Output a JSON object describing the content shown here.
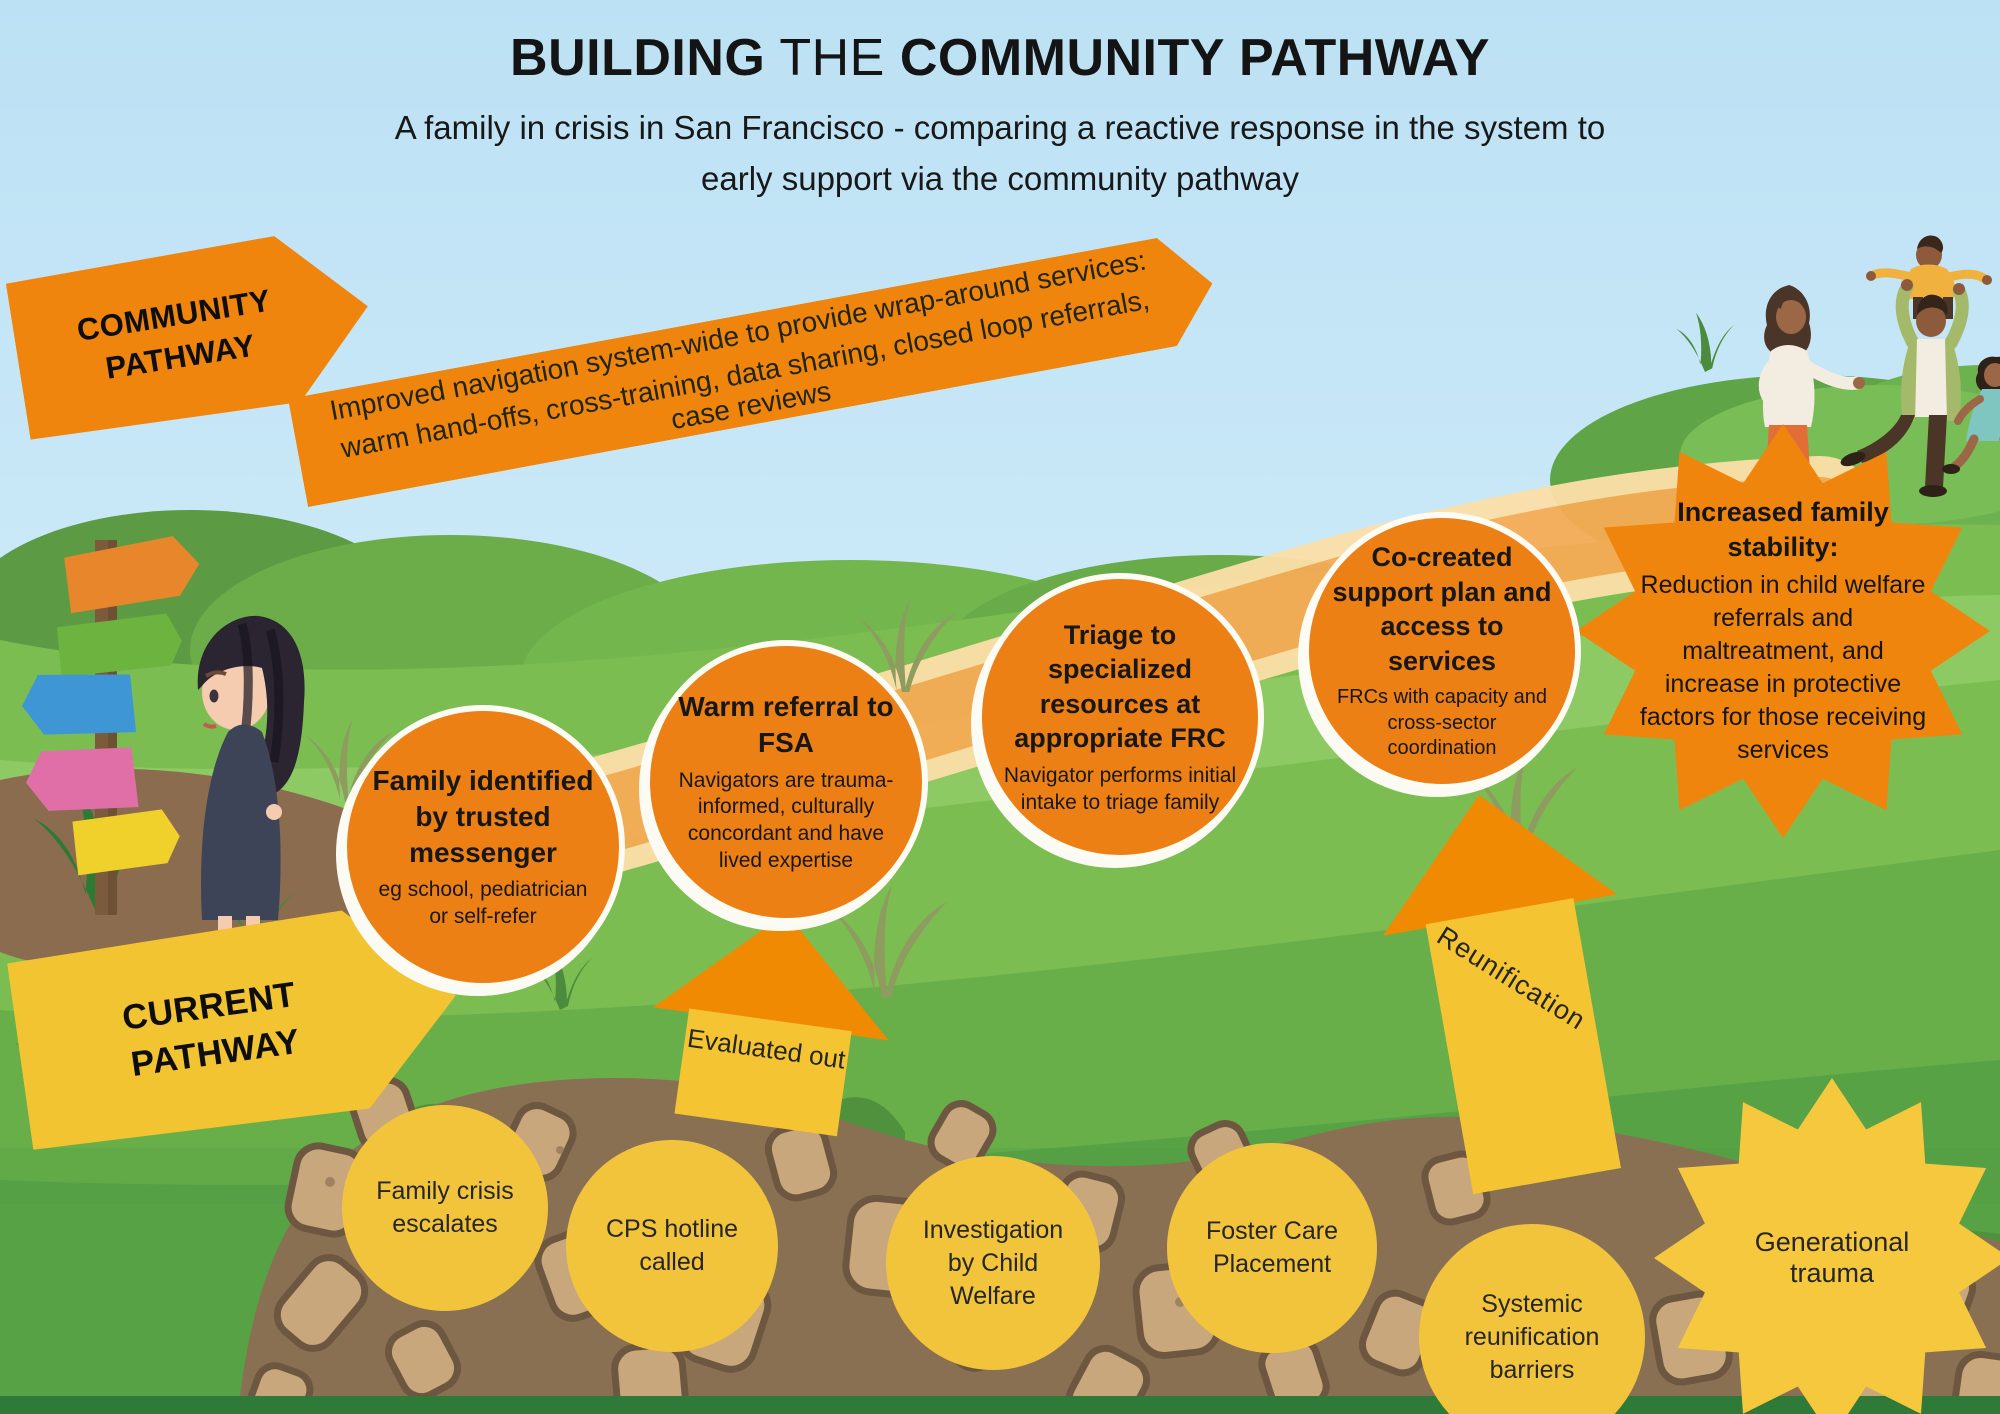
{
  "title": {
    "part1": "BUILDING",
    "part2": " THE ",
    "part3": "COMMUNITY PATHWAY"
  },
  "subtitle": "A family in crisis in San Francisco - comparing a reactive response in the system to early support via the community pathway",
  "community_pathway": {
    "sign_label": "COMMUNITY PATHWAY",
    "banner_line1": "Improved navigation system-wide to provide wrap-around services:",
    "banner_line2": "warm hand-offs, cross-training, data sharing, closed loop referrals, case reviews",
    "steps": [
      {
        "title": "Family identified by trusted messenger",
        "detail": "eg school, pediatrician or self-refer"
      },
      {
        "title": "Warm referral to FSA",
        "detail": "Navigators are trauma-informed, culturally concordant and have lived expertise"
      },
      {
        "title": "Triage to specialized resources at appropriate FRC",
        "detail": "Navigator performs initial intake to triage family"
      },
      {
        "title": "Co-created support plan and access to services",
        "detail": "FRCs with capacity and cross-sector coordination"
      }
    ],
    "outcome": {
      "title": "Increased family stability:",
      "detail": "Reduction in child welfare referrals and maltreatment, and increase in protective factors for those receiving services"
    }
  },
  "current_pathway": {
    "sign_label": "CURRENT PATHWAY",
    "steps": [
      "Family crisis escalates",
      "CPS hotline called",
      "Investigation by Child Welfare",
      "Foster Care Placement",
      "Systemic reunification barriers"
    ],
    "outcome": "Generational trauma",
    "exit_up_1": "Evaluated out",
    "exit_up_2": "Reunification"
  },
  "colors": {
    "orange": "#F0850D",
    "circle_orange": "#EC8015",
    "yellow_sign": "#F3C431",
    "yellow_circle": "#F2C43C",
    "arrow_head_orange": "#F08A02",
    "sky": "#C9E7F7",
    "field_green": "#7CBD52",
    "text_dark": "#141414"
  }
}
